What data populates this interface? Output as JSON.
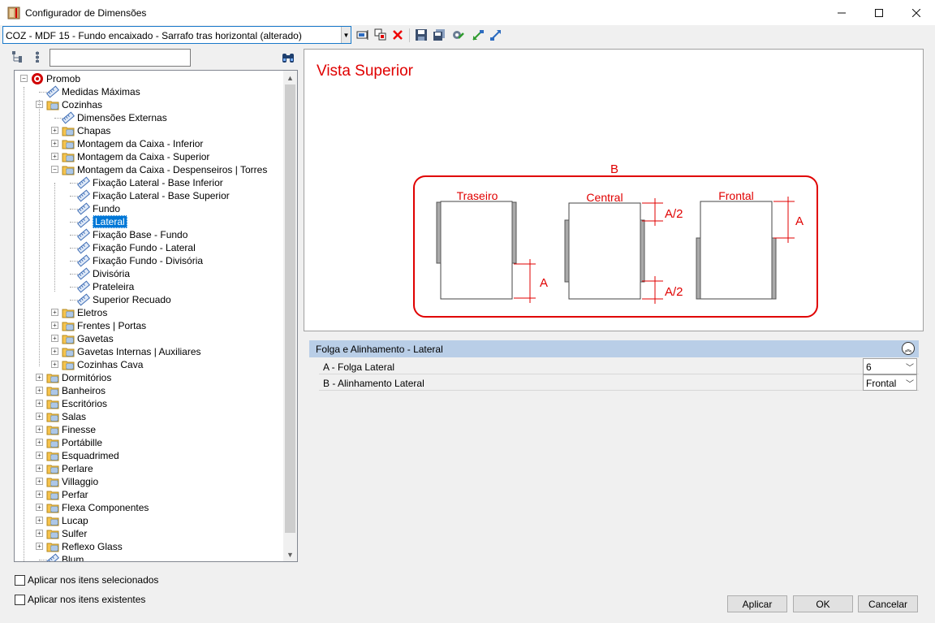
{
  "window": {
    "title": "Configurador de Dimensões"
  },
  "toolbar": {
    "combo_value": "COZ - MDF 15 - Fundo encaixado - Sarrafo tras horizontal (alterado)"
  },
  "tree": {
    "nodes": [
      {
        "label": "Promob"
      },
      {
        "label": "Medidas Máximas"
      },
      {
        "label": "Cozinhas"
      },
      {
        "label": "Dimensões Externas"
      },
      {
        "label": "Chapas"
      },
      {
        "label": "Montagem da Caixa - Inferior"
      },
      {
        "label": "Montagem da Caixa - Superior"
      },
      {
        "label": "Montagem da Caixa - Despenseiros | Torres"
      },
      {
        "label": "Fixação Lateral - Base Inferior"
      },
      {
        "label": "Fixação Lateral - Base Superior"
      },
      {
        "label": "Fundo"
      },
      {
        "label": "Lateral"
      },
      {
        "label": "Fixação Base - Fundo"
      },
      {
        "label": "Fixação Fundo - Lateral"
      },
      {
        "label": "Fixação Fundo - Divisória"
      },
      {
        "label": "Divisória"
      },
      {
        "label": "Prateleira"
      },
      {
        "label": "Superior Recuado"
      },
      {
        "label": "Eletros"
      },
      {
        "label": "Frentes | Portas"
      },
      {
        "label": "Gavetas"
      },
      {
        "label": "Gavetas Internas | Auxiliares"
      },
      {
        "label": "Cozinhas Cava"
      },
      {
        "label": "Dormitórios"
      },
      {
        "label": "Banheiros"
      },
      {
        "label": "Escritórios"
      },
      {
        "label": "Salas"
      },
      {
        "label": "Finesse"
      },
      {
        "label": "Portábille"
      },
      {
        "label": "Esquadrimed"
      },
      {
        "label": "Perlare"
      },
      {
        "label": "Villaggio"
      },
      {
        "label": "Perfar"
      },
      {
        "label": "Flexa Componentes"
      },
      {
        "label": "Lucap"
      },
      {
        "label": "Sulfer"
      },
      {
        "label": "Reflexo Glass"
      },
      {
        "label": "Blum"
      }
    ]
  },
  "options": {
    "apply_selected": "Aplicar nos itens selecionados",
    "apply_existing": "Aplicar nos itens existentes"
  },
  "preview": {
    "title": "Vista Superior",
    "label_b": "B",
    "label_traseiro": "Traseiro",
    "label_central": "Central",
    "label_frontal": "Frontal",
    "label_a": "A",
    "label_a2": "A/2",
    "accent_color": "#e00000"
  },
  "properties": {
    "section_title": "Folga e Alinhamento -  Lateral",
    "rows": [
      {
        "label": "A - Folga Lateral",
        "value": "6"
      },
      {
        "label": "B - Alinhamento Lateral",
        "value": "Frontal"
      }
    ]
  },
  "buttons": {
    "apply": "Aplicar",
    "ok": "OK",
    "cancel": "Cancelar"
  }
}
